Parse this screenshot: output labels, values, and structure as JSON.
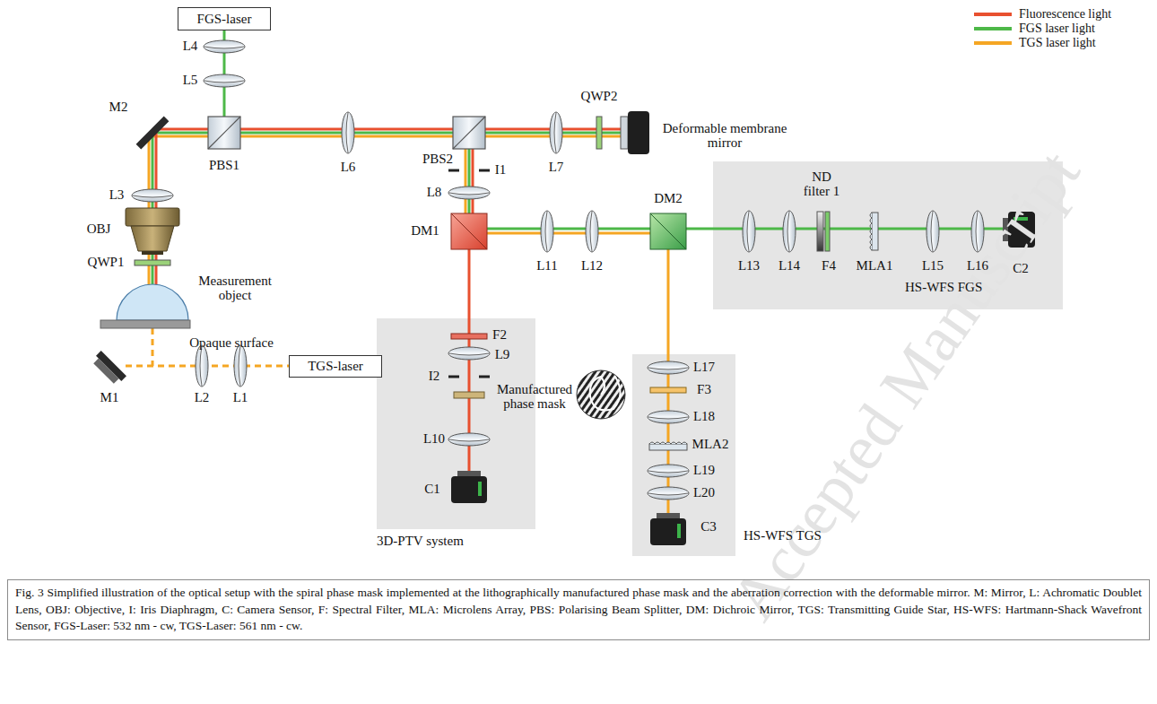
{
  "diagram": {
    "caption": "Fig. 3 Simplified illustration of the optical setup with the spiral phase mask implemented at the lithographically manufactured phase mask and the aberration correction with the deformable mirror. M: Mirror, L: Achromatic Doublet Lens, OBJ: Objective, I: Iris Diaphragm, C: Camera Sensor, F: Spectral Filter, MLA: Microlens Array, PBS: Polarising Beam Splitter, DM: Dichroic Mirror, TGS: Transmitting Guide Star, HS-WFS: Hartmann-Shack Wavefront Sensor, FGS-Laser: 532 nm - cw, TGS-Laser: 561 nm - cw.",
    "nodes": [
      {
        "text": [
          "FGS-laser"
        ]
      },
      {
        "text": [
          "TGS-laser"
        ]
      },
      {
        "text": [
          "3D-PTV system"
        ]
      },
      {
        "text": [
          "HS-WFS FGS"
        ]
      },
      {
        "text": [
          "HS-WFS TGS"
        ]
      }
    ],
    "labels": [
      "Accepted Manuscript",
      "M2",
      "L4",
      "L5",
      "PBS1",
      "L6",
      "PBS2",
      "L7",
      "QWP2",
      "Deformable membrane mirror",
      "L3",
      "OBJ",
      "QWP1",
      "Measurement object",
      "Opaque surface",
      "I1",
      "L8",
      "DM1",
      "L11",
      "L12",
      "DM2",
      "ND filter 1",
      "L13",
      "L14",
      "F4",
      "MLA1",
      "L15",
      "L16",
      "C2",
      "F2",
      "L9",
      "I2",
      "Manufactured phase mask",
      "L10",
      "C1",
      "L17",
      "F3",
      "L18",
      "MLA2",
      "L19",
      "L20",
      "C3",
      "M1",
      "L2",
      "L1"
    ],
    "legend": [
      {
        "text": "Fluorescence light",
        "color": "#e8502f"
      },
      {
        "text": "FGS laser light",
        "color": "#4db848"
      },
      {
        "text": "TGS laser light",
        "color": "#f5a623"
      }
    ]
  }
}
